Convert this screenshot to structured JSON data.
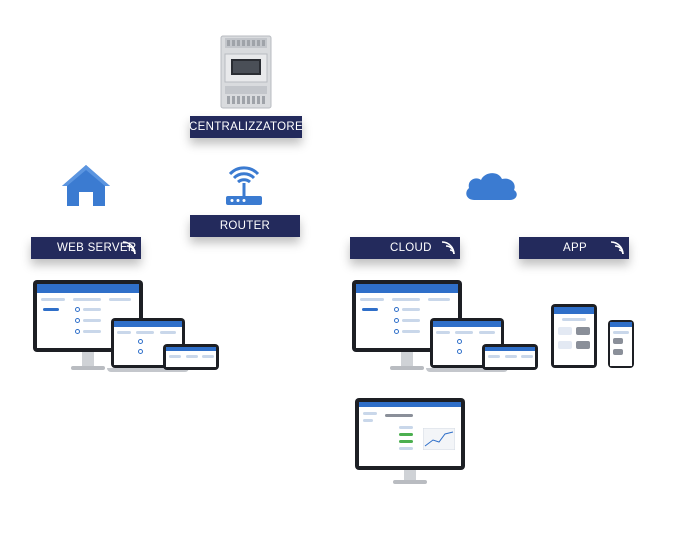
{
  "labels": {
    "centralizzatore": "CENTRALIZZATORE",
    "router": "ROUTER",
    "web_server": "WEB SERVER",
    "cloud": "CLOUD",
    "app": "APP"
  },
  "colors": {
    "label_bg": "#232a5c",
    "icon_blue": "#3b7bd1",
    "screen_bar": "#2f6fc9"
  },
  "icons": {
    "house": "house-icon",
    "router": "router-icon",
    "cloud": "cloud-icon",
    "wifi": "wifi-icon",
    "controller": "controller-device-icon"
  }
}
